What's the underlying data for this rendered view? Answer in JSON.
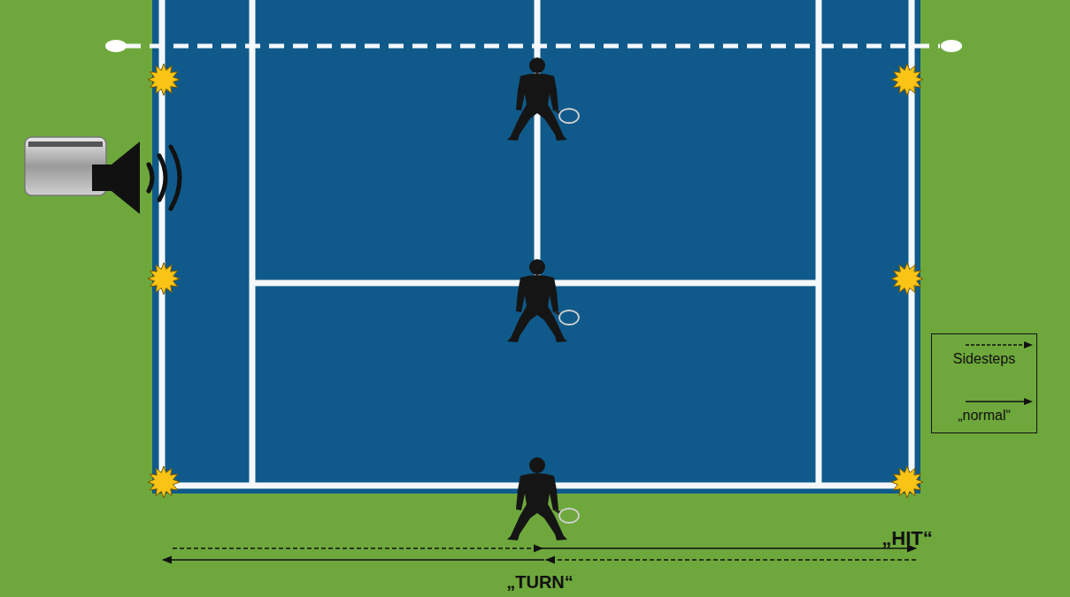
{
  "diagram": {
    "labels": [
      "„HIT“",
      "„TURN“"
    ],
    "legend": [
      {
        "text": "Sidesteps"
      },
      {
        "text": "„normal“"
      }
    ]
  }
}
